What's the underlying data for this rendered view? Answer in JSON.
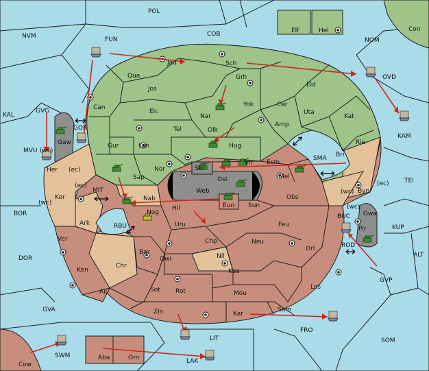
{
  "colors": {
    "sea": "#a9dbe9",
    "green": "#9ec48a",
    "brown": "#c78e7d",
    "tan": "#e3c29b",
    "gray": "#8e8e8e",
    "order_arrow": "#d0261a"
  },
  "provinces": {
    "pol": "POL",
    "nvm": "NVM",
    "fun": "FUN",
    "cob": "COB",
    "elf": "Elf",
    "hel": "Hel",
    "con": "Con",
    "nom": "NOM",
    "ovd": "OVD",
    "kal": "KAL",
    "gvg": "GVG",
    "gor": "GOR",
    "gaw": "Gaw",
    "mvu": "MVU",
    "wc1": "(wc)",
    "her": "Her",
    "ec1": "(ec)",
    "kor": "Kor",
    "ec2": "(ec)",
    "wc2": "(wc)",
    "bor": "BOR",
    "mit": "MIT",
    "rbu": "RBU",
    "ark": "Ark",
    "ver": "Ver",
    "dor": "DOR",
    "ken": "Ken",
    "chr": "Chr",
    "ail": "Ail",
    "gva": "GVA",
    "cow": "Cow",
    "swm": "SWM",
    "aba": "Aba",
    "orn": "Orn",
    "lak": "LAK",
    "lit": "LIT",
    "zin": "Zin",
    "kar": "Kar",
    "sam": "Sam",
    "fro": "FRO",
    "som": "SOM",
    "gvp": "GVP",
    "alt": "ALT",
    "kup": "KUP",
    "tei": "TEI",
    "buc": "BUC",
    "gwa": "Gwa",
    "wc3": "(wc)",
    "pir": "Pir",
    "rod": "ROD",
    "byn": "Byn",
    "wc4": "(wc)",
    "ec3": "(ec)",
    "rie": "Rie",
    "kam": "KAM",
    "kat": "Kat",
    "bri": "Bri",
    "sma": "SMA",
    "uta": "Uta",
    "eld": "Eld",
    "car": "Car",
    "amp": "Amp",
    "esm": "Esm",
    "mel": "Mel",
    "sch": "Sch",
    "jad": "Jad",
    "qua": "Qua",
    "jos": "Jos",
    "grh": "Grh",
    "can": "Can",
    "elc": "Elc",
    "nar": "Nar",
    "yok": "Yok",
    "tel": "Tel",
    "olk": "Olk",
    "gur": "Gur",
    "lan": "Lan",
    "hug": "Hug",
    "nor": "Nor",
    "vil": "Vil",
    "skr": "Skr",
    "ost": "Ost",
    "web": "Web",
    "sap": "Sap",
    "nab": "Nab",
    "eun": "Eun",
    "sun": "Sun",
    "obs": "Obs",
    "hil": "Hil",
    "nog": "Nog",
    "uru": "Uru",
    "feu": "Feu",
    "chp": "Chp",
    "neu": "Neu",
    "orl": "Orl",
    "bar": "Bar",
    "qwi": "Qwi",
    "nil": "Nil",
    "kaa": "Kaa",
    "sot": "Sot",
    "rot": "Rot",
    "mou": "Mou",
    "los": "Los"
  }
}
